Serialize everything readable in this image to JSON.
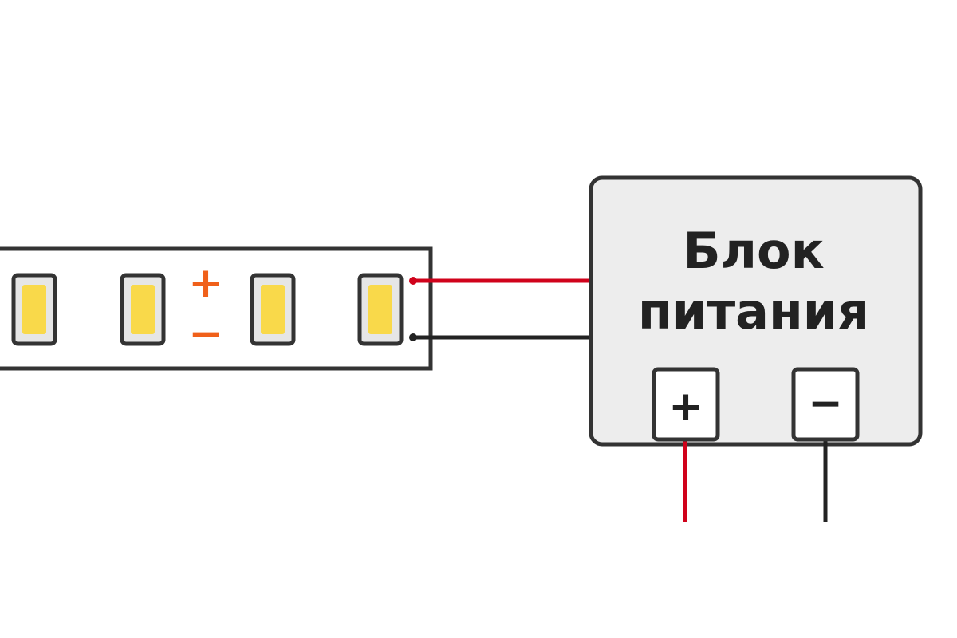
{
  "power_supply": {
    "title_line1": "Блок",
    "title_line2": "питания",
    "terminal_plus": "+",
    "terminal_minus": "−"
  },
  "led_strip": {
    "plus_label": "+",
    "minus_label": "−",
    "led_count": 4
  },
  "colors": {
    "outline": "#333333",
    "wire_positive": "#d0021b",
    "wire_negative": "#222222",
    "strip_polarity": "#f0601a",
    "led_yellow": "#f9d94a",
    "led_light": "#fff3bf",
    "psu_fill": "#ededed",
    "led_housing": "#e6e6e6"
  }
}
